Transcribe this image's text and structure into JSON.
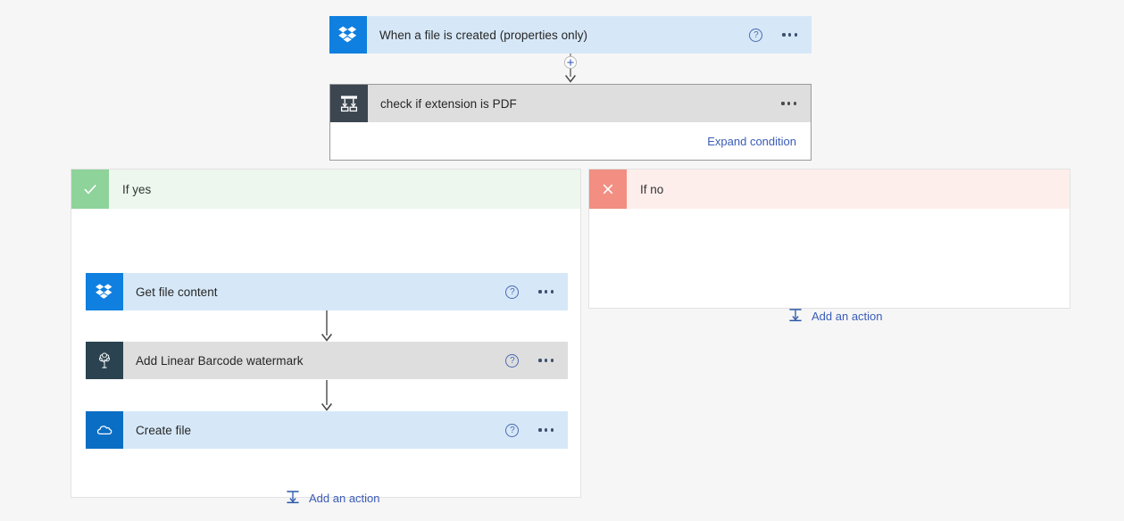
{
  "canvas": {
    "background": "#f6f6f6"
  },
  "trigger": {
    "title": "When a file is created (properties only)",
    "icon": "dropbox-icon",
    "icon_bg": "#0f7fe0",
    "body_bg": "#d6e8f8",
    "help_label": "?",
    "menu_label": "More commands"
  },
  "connector": {
    "add_step_label": "+"
  },
  "condition": {
    "title": "check if extension is PDF",
    "icon": "condition-icon",
    "icon_bg": "#3b4650",
    "header_bg": "#dedede",
    "expand_link": "Expand condition",
    "menu_label": "More commands"
  },
  "branches": [
    {
      "key": "yes",
      "label": "If yes",
      "badge_icon": "checkmark-icon",
      "badge_color": "#8ed39a",
      "header_bg": "#edf7ee",
      "add_action_label": "Add an action",
      "actions": [
        {
          "title": "Get file content",
          "icon": "dropbox-icon",
          "icon_bg": "#0f7fe0",
          "body_bg": "#d6e8f8",
          "help_label": "?"
        },
        {
          "title": "Add Linear Barcode watermark",
          "icon": "plumsail-tree-icon",
          "icon_bg": "#2b4350",
          "body_bg": "#dedede",
          "help_label": "?"
        },
        {
          "title": "Create file",
          "icon": "onedrive-icon",
          "icon_bg": "#0a6ec4",
          "body_bg": "#d6e8f8",
          "help_label": "?"
        }
      ]
    },
    {
      "key": "no",
      "label": "If no",
      "badge_icon": "close-icon",
      "badge_color": "#f28e82",
      "header_bg": "#fdeeec",
      "add_action_label": "Add an action",
      "actions": []
    }
  ],
  "colors": {
    "link": "#3b5cb8",
    "card_blue": "#d6e8f8",
    "card_gray": "#dedede",
    "arrow": "#4a4a4a"
  }
}
